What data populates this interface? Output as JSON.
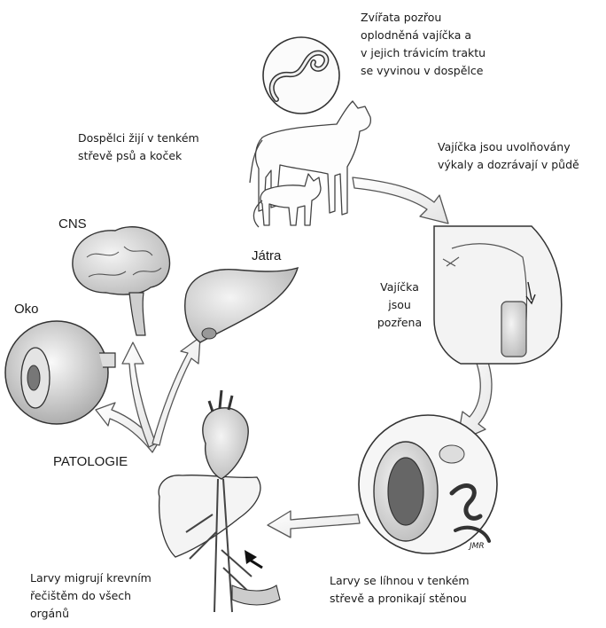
{
  "steps": {
    "top": [
      "Zvířata pozřou",
      "oplodněná vajíčka a",
      "v jejich trávicím traktu",
      "se vyvinou v dospělce"
    ],
    "adults": [
      "Dospělci žijí v tenkém",
      "střevě psů a koček"
    ],
    "eggs_released": [
      "Vajíčka jsou uvolňovány",
      "výkaly a dozrávají v půdě"
    ],
    "eggs_ingested": [
      "Vajíčka",
      "jsou",
      "pozřena"
    ],
    "larvae_hatch": [
      "Larvy se líhnou v tenkém",
      "střevě a pronikají stěnou"
    ],
    "larvae_migrate": [
      "Larvy migrují krevním",
      "řečištěm do všech",
      "orgánů"
    ]
  },
  "organs": {
    "cns": "CNS",
    "liver": "Játra",
    "eye": "Oko",
    "pathology": "PATOLOGIE"
  },
  "signature": "JMR"
}
